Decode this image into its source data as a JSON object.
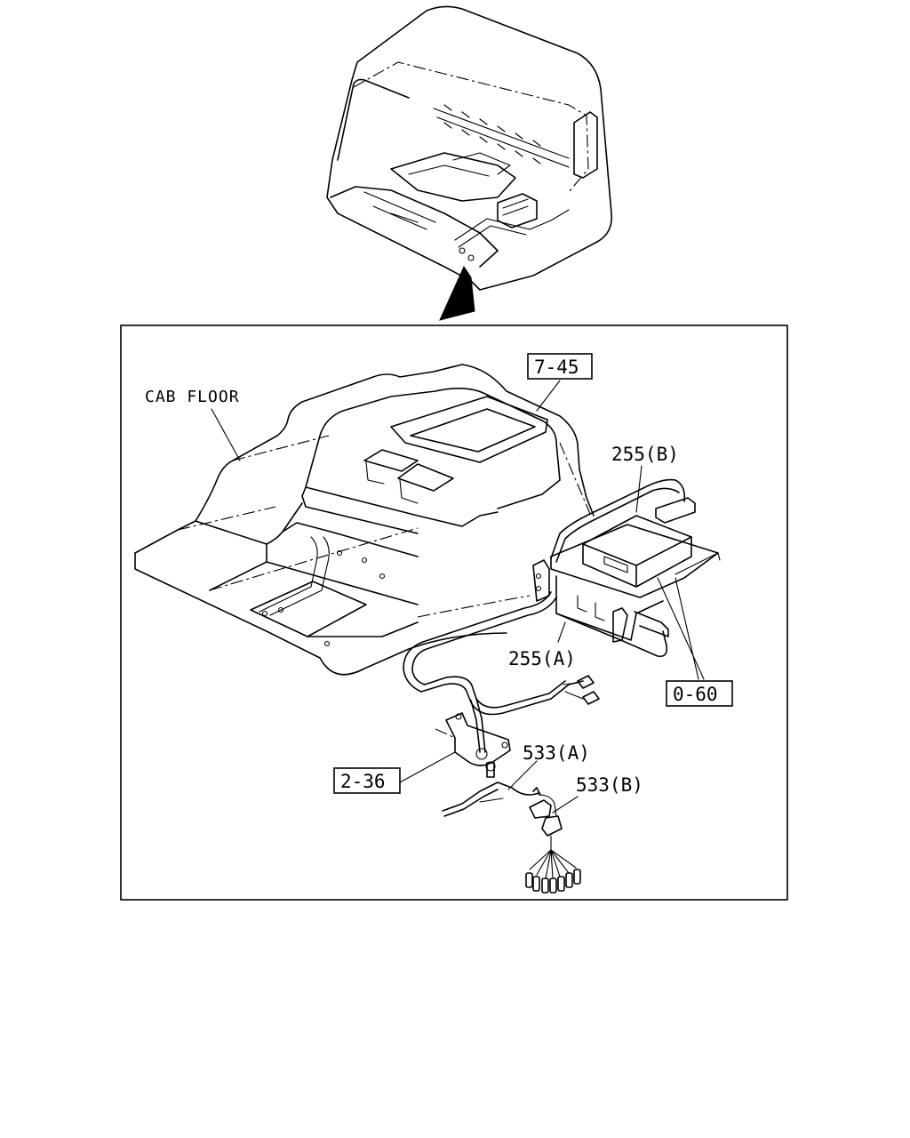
{
  "labels": {
    "cab_floor": "CAB FLOOR",
    "ref_7_45": "7-45",
    "ref_255b": "255(B)",
    "ref_255a": "255(A)",
    "ref_0_60": "0-60",
    "ref_533a": "533(A)",
    "ref_533b": "533(B)",
    "ref_2_36": "2-36"
  }
}
